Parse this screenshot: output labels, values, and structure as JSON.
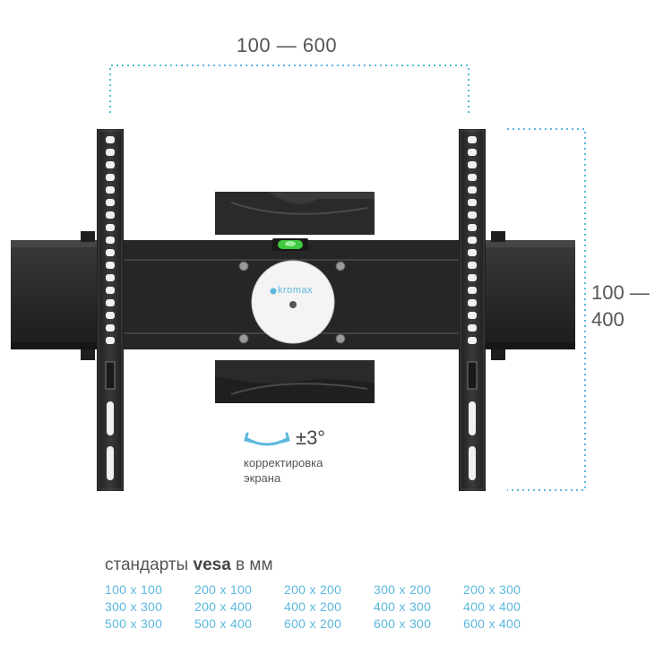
{
  "dimensions": {
    "horizontal": "100 — 600",
    "vertical_line1": "100 —",
    "vertical_line2": "400"
  },
  "brand": "kromax",
  "tilt": {
    "value": "±3°",
    "label_line1": "корректировка",
    "label_line2": "экрана"
  },
  "vesa": {
    "title_prefix": "стандарты ",
    "title_bold": "vesa",
    "title_suffix": " в мм",
    "sizes": [
      "100 x 100",
      "200 x 100",
      "200 x 200",
      "300 x 200",
      "200 x 300",
      "300 x 300",
      "200 x 400",
      "400 x 200",
      "400 x 300",
      "400 x 400",
      "500 x 300",
      "500 x 400",
      "600 x 200",
      "600 x 300",
      "600 x 400"
    ]
  },
  "colors": {
    "accent": "#5bb8dd",
    "metal": "#2b2b2b",
    "level_bubble": "#3ec93e"
  }
}
